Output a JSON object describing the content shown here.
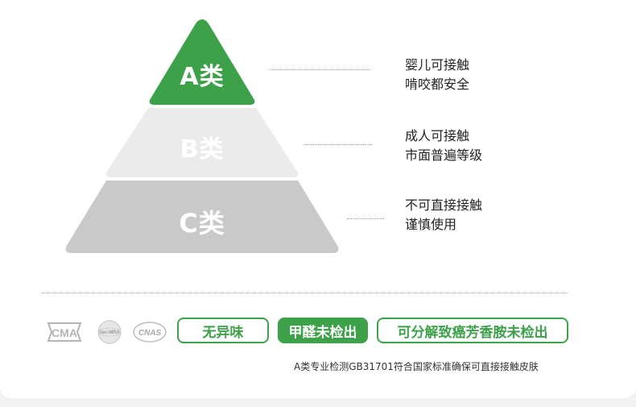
{
  "pyramid": {
    "tiers": [
      {
        "label": "A类",
        "color": "#3da14a",
        "desc": [
          "婴儿可接触",
          "啃咬都安全"
        ]
      },
      {
        "label": "B类",
        "color": "#ebebeb",
        "desc": [
          "成人可接触",
          "市面普遍等级"
        ]
      },
      {
        "label": "C类",
        "color": "#c9c9c9",
        "desc": [
          "不可直接接触",
          "谨慎使用"
        ]
      }
    ]
  },
  "certs": {
    "cma": "CMA",
    "ilac": "ilac-MRA",
    "cnas": "CNAS"
  },
  "badges": {
    "no_odor": "无异味",
    "formaldehyde": "甲醛未检出",
    "aromatic": "可分解致癌芳香胺未检出"
  },
  "footnote": "A类专业检测GB31701符合国家标准确保可直接接触皮肤",
  "colors": {
    "brand_green": "#3da14a"
  }
}
